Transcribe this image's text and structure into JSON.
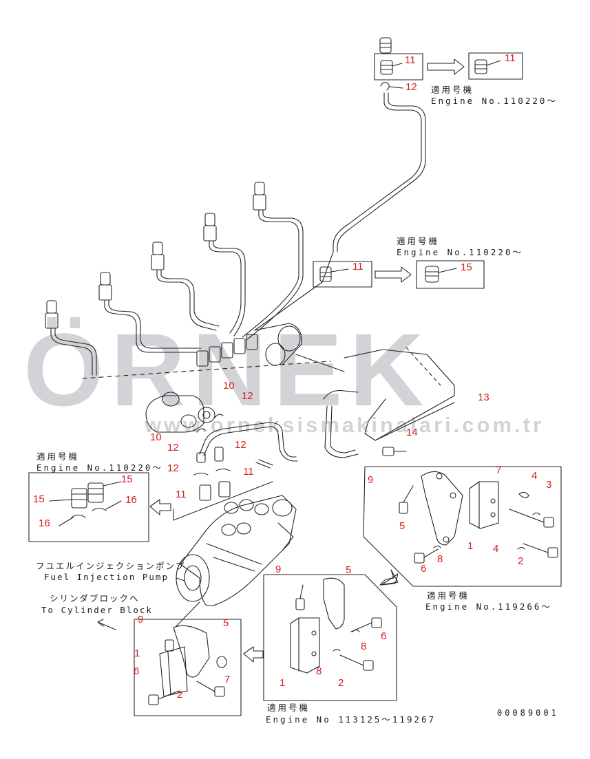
{
  "watermark": {
    "brand": "ÖRNEK",
    "url": "www.orneksismakinalari.com.tr"
  },
  "drawing_number": "00089001",
  "notes": {
    "top_right": {
      "jp": "適用号機",
      "en": "Engine No.110220～"
    },
    "middle_right": {
      "jp": "適用号機",
      "en": "Engine No.110220～"
    },
    "left": {
      "jp": "適用号機",
      "en": "Engine No.110220～"
    },
    "bracket_right": {
      "jp": "適用号機",
      "en": "Engine No.119266～"
    },
    "bracket_bottom": {
      "jp": "適用号機",
      "en": "Engine No 113125～119267"
    }
  },
  "labels": {
    "pump_jp": "フユエルインジェクションポンプ",
    "pump_en": "Fuel Injection Pump",
    "block_jp": "シリンダブロックへ",
    "block_en": "To Cylinder Block"
  },
  "part_numbers": {
    "p11a": "11",
    "p11b": "11",
    "p12a": "12",
    "p11c": "11",
    "p15a": "15",
    "p10a": "10",
    "p12b": "12",
    "p10b": "10",
    "p12c": "12",
    "p12d": "12",
    "p12e": "12",
    "p11d": "11",
    "p11e": "11",
    "p13": "13",
    "p14": "14",
    "p15b": "15",
    "p15c": "15",
    "p16a": "16",
    "p16b": "16",
    "r9": "9",
    "r7": "7",
    "r4a": "4",
    "r3": "3",
    "r5": "5",
    "r1": "1",
    "r4b": "4",
    "r2": "2",
    "r6": "6",
    "r8": "8",
    "m9": "9",
    "m5": "5",
    "m6": "6",
    "m8a": "8",
    "m8b": "8",
    "m1": "1",
    "m2": "2",
    "l9": "9",
    "l5": "5",
    "l1": "1",
    "l6": "6",
    "l7": "7",
    "l2": "2"
  }
}
